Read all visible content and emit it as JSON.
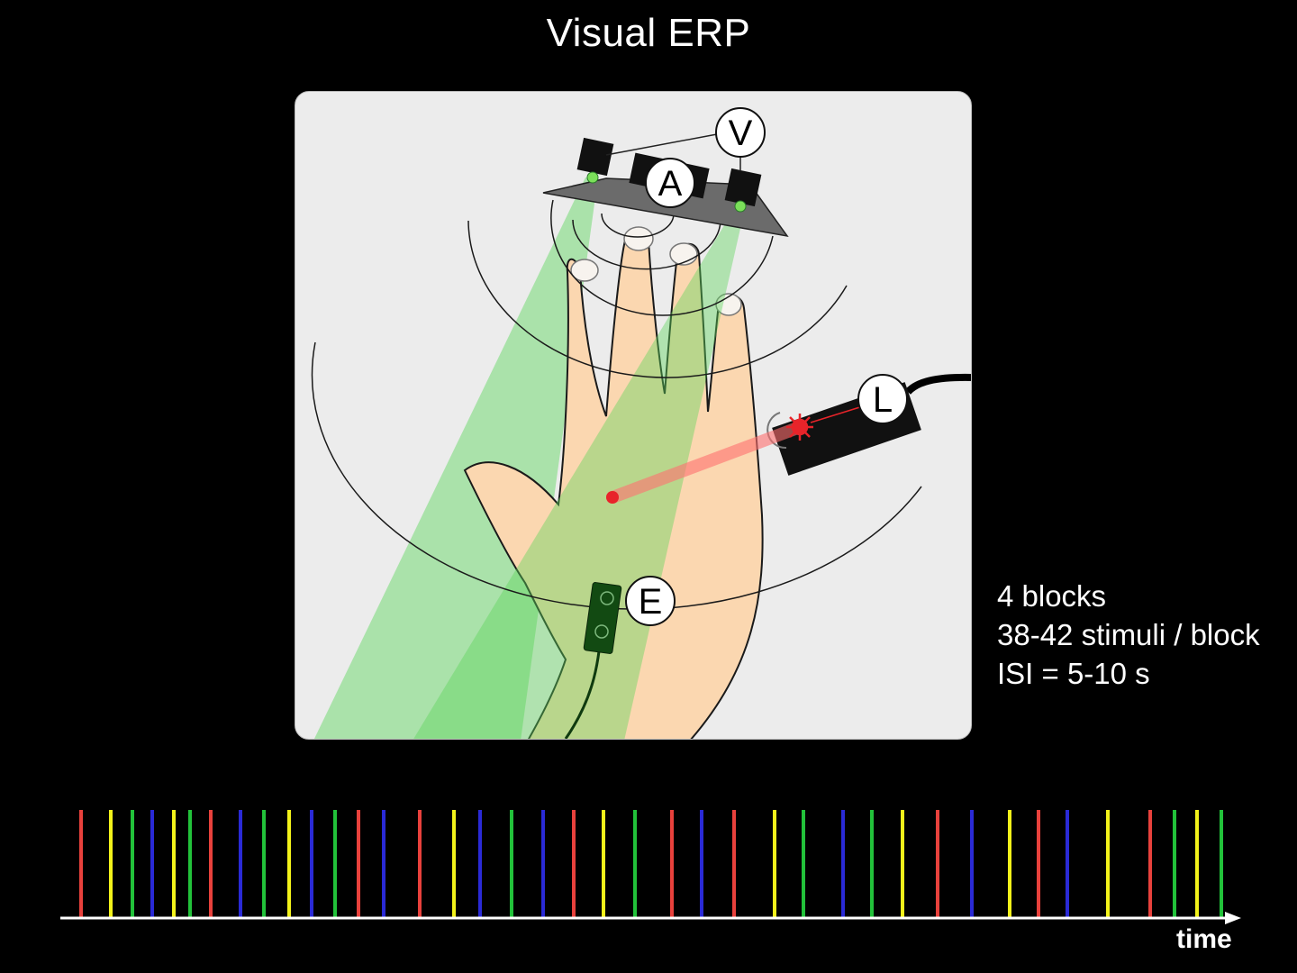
{
  "title": "Visual ERP",
  "figure": {
    "labels": {
      "v": "V",
      "a": "A",
      "l": "L",
      "e": "E"
    }
  },
  "info": {
    "line1": "4 blocks",
    "line2": "38-42 stimuli / block",
    "line3": "ISI = 5-10 s"
  },
  "timeline": {
    "axis_label": "time",
    "colors": {
      "R": "#e8413c",
      "Y": "#f2f21a",
      "G": "#22c23a",
      "B": "#2a2ad6"
    },
    "stimuli": [
      {
        "t": 90,
        "c": "R"
      },
      {
        "t": 123,
        "c": "Y"
      },
      {
        "t": 147,
        "c": "G"
      },
      {
        "t": 169,
        "c": "B"
      },
      {
        "t": 193,
        "c": "Y"
      },
      {
        "t": 211,
        "c": "G"
      },
      {
        "t": 234,
        "c": "R"
      },
      {
        "t": 267,
        "c": "B"
      },
      {
        "t": 293,
        "c": "G"
      },
      {
        "t": 321,
        "c": "Y"
      },
      {
        "t": 346,
        "c": "B"
      },
      {
        "t": 372,
        "c": "G"
      },
      {
        "t": 398,
        "c": "R"
      },
      {
        "t": 426,
        "c": "B"
      },
      {
        "t": 466,
        "c": "R"
      },
      {
        "t": 504,
        "c": "Y"
      },
      {
        "t": 533,
        "c": "B"
      },
      {
        "t": 568,
        "c": "G"
      },
      {
        "t": 603,
        "c": "B"
      },
      {
        "t": 637,
        "c": "R"
      },
      {
        "t": 670,
        "c": "Y"
      },
      {
        "t": 705,
        "c": "G"
      },
      {
        "t": 746,
        "c": "R"
      },
      {
        "t": 779,
        "c": "B"
      },
      {
        "t": 815,
        "c": "R"
      },
      {
        "t": 860,
        "c": "Y"
      },
      {
        "t": 892,
        "c": "G"
      },
      {
        "t": 936,
        "c": "B"
      },
      {
        "t": 968,
        "c": "G"
      },
      {
        "t": 1002,
        "c": "Y"
      },
      {
        "t": 1041,
        "c": "R"
      },
      {
        "t": 1079,
        "c": "B"
      },
      {
        "t": 1121,
        "c": "Y"
      },
      {
        "t": 1153,
        "c": "R"
      },
      {
        "t": 1185,
        "c": "B"
      },
      {
        "t": 1230,
        "c": "Y"
      },
      {
        "t": 1277,
        "c": "R"
      },
      {
        "t": 1304,
        "c": "G"
      },
      {
        "t": 1329,
        "c": "Y"
      },
      {
        "t": 1356,
        "c": "G"
      }
    ]
  }
}
